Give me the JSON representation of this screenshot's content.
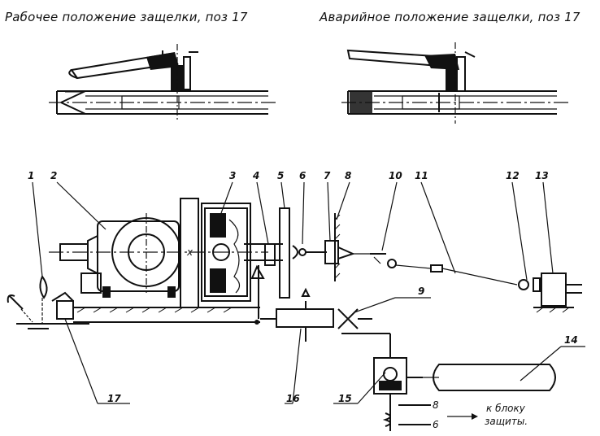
{
  "captions": {
    "working": "Рабочее положение защелки, поз 17",
    "emergency": "Аварийное положение защелки, поз 17"
  },
  "labels": [
    "1",
    "2",
    "3",
    "4",
    "5",
    "6",
    "7",
    "8",
    "10",
    "11",
    "12",
    "13",
    "9",
    "14",
    "15",
    "16",
    "17"
  ],
  "note": {
    "line1": "к блоку",
    "line2": "защиты."
  },
  "port_marks": [
    "8",
    "6"
  ],
  "shaft_mark": "x"
}
